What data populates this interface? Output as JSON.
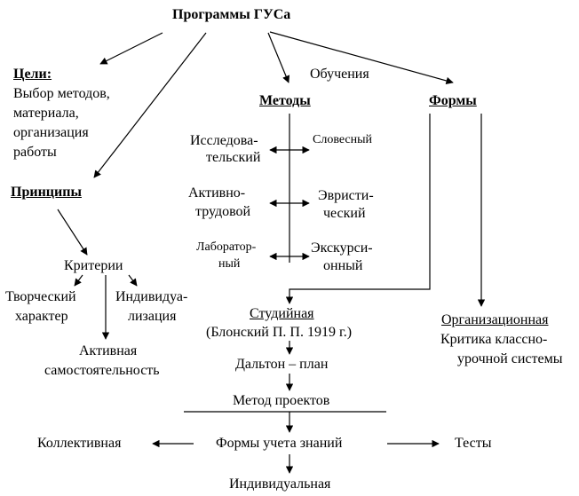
{
  "diagram": {
    "title": "Программы ГУСа",
    "goals": {
      "heading": "Цели:",
      "lines": [
        "Выбор методов,",
        "материала,",
        "организация",
        "работы"
      ]
    },
    "principles": {
      "heading": "Принципы",
      "criteria": "Критерии",
      "creative": [
        "Творческий",
        "характер"
      ],
      "individual": [
        "Индивидуа-",
        "лизация"
      ],
      "active": [
        "Активная",
        "самостоятельность"
      ]
    },
    "methods": {
      "label_top": "Обучения",
      "heading": "Методы",
      "left": [
        [
          "Исследова-",
          "тельский"
        ],
        [
          "Активно-",
          "трудовой"
        ],
        [
          "Лаборатор-",
          "ный"
        ]
      ],
      "right": [
        [
          "Словесный"
        ],
        [
          "Эвристи-",
          "ческий"
        ],
        [
          "Экскурси-",
          "онный"
        ]
      ]
    },
    "forms": {
      "heading": "Формы",
      "organizational": "Организационная",
      "critique": [
        "Критика классно-",
        "урочной системы"
      ]
    },
    "studio": {
      "heading": "Студийная",
      "note": "(Блонский П. П. 1919 г.)",
      "dalton": "Дальтон – план",
      "projects": "Метод проектов"
    },
    "knowledge": {
      "center": "Формы учета знаний",
      "left": "Коллективная",
      "right": "Тесты",
      "bottom": "Индивидуальная"
    },
    "colors": {
      "ink": "#000000",
      "background": "#ffffff"
    }
  }
}
